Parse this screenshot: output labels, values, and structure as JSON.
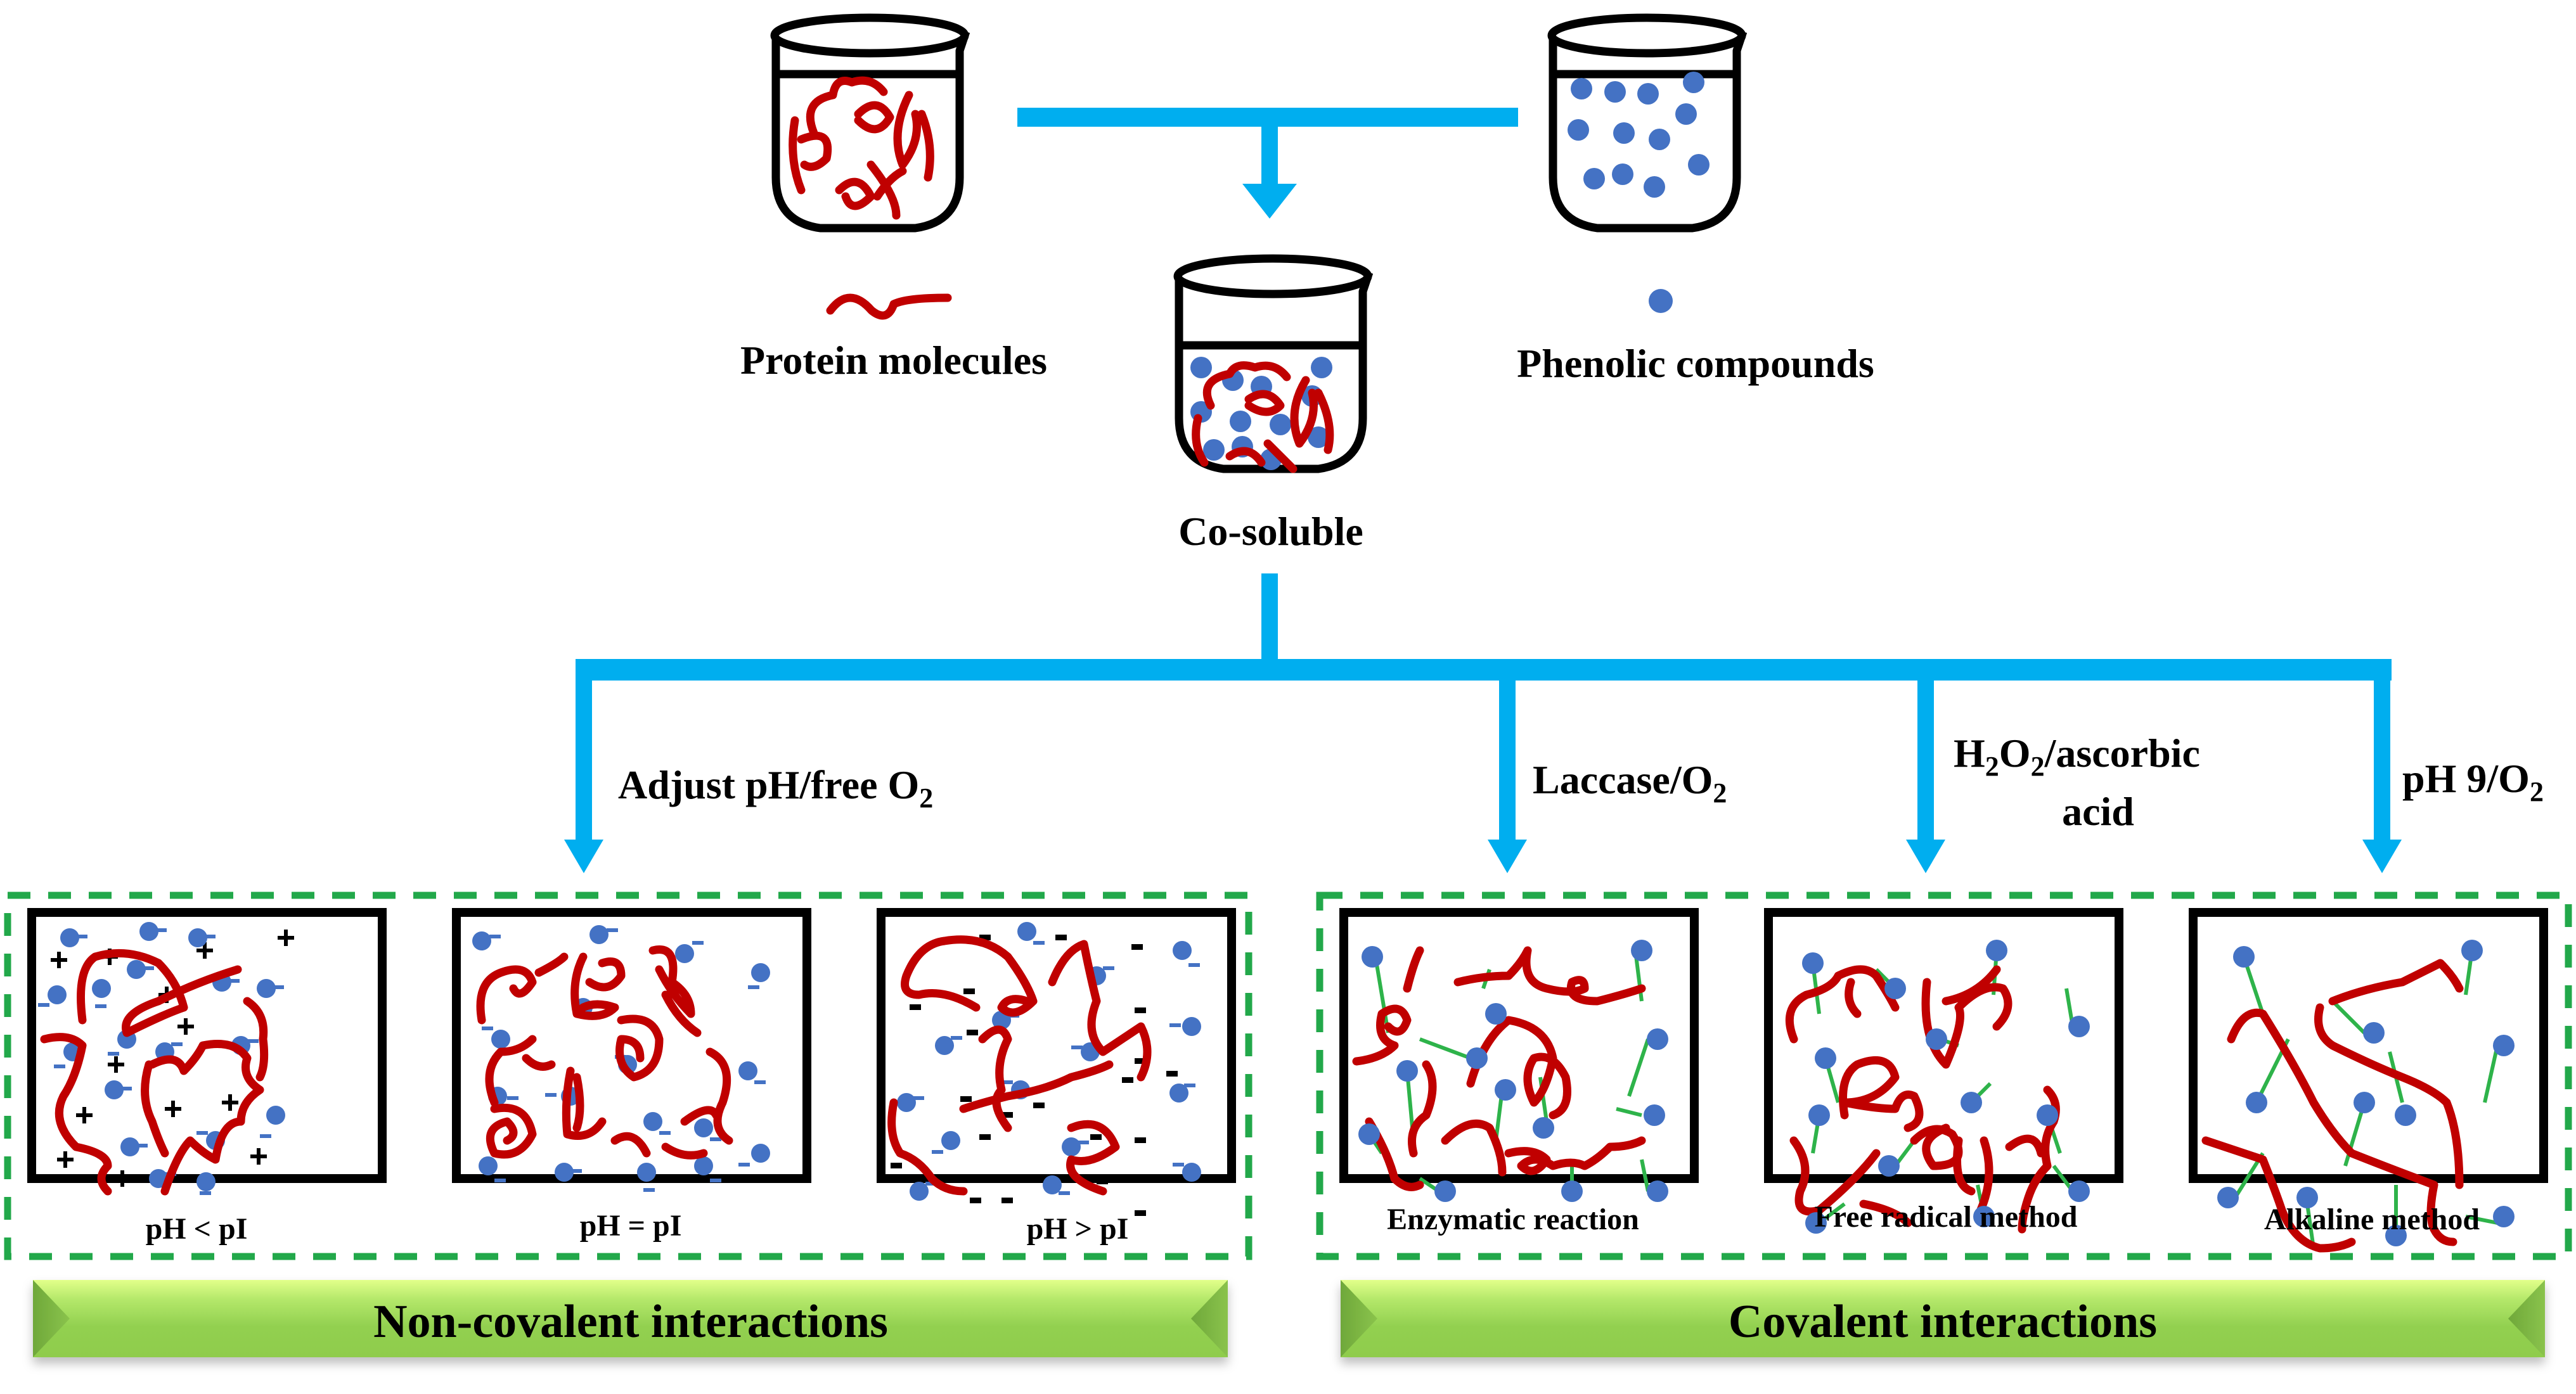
{
  "top": {
    "protein_label": "Protein molecules",
    "phenolic_label": "Phenolic compounds",
    "cosoluble_label": "Co-soluble"
  },
  "routes": [
    {
      "label": "Adjust pH/free O",
      "sub": "2",
      "tail": ""
    },
    {
      "label": "Laccase/O",
      "sub": "2",
      "tail": ""
    },
    {
      "line1_a": "H",
      "line1_s1": "2",
      "line1_b": "O",
      "line1_s2": "2",
      "line1_c": "/ascorbic",
      "line2": "acid"
    },
    {
      "label": "pH 9/O",
      "sub": "2",
      "tail": ""
    }
  ],
  "noncovalent": {
    "panels": [
      "pH < pI",
      "pH = pI",
      "pH > pI"
    ],
    "banner": "Non-covalent interactions"
  },
  "covalent": {
    "panels": [
      "Enzymatic reaction",
      "Free radical method",
      "Alkaline method"
    ],
    "banner": "Covalent interactions"
  },
  "colors": {
    "arrow": "#00aeef",
    "protein": "#c00000",
    "phenolic": "#4472c4",
    "bond": "#2eb34a",
    "dashed_border": "#22a84a",
    "banner": "#92d050"
  }
}
